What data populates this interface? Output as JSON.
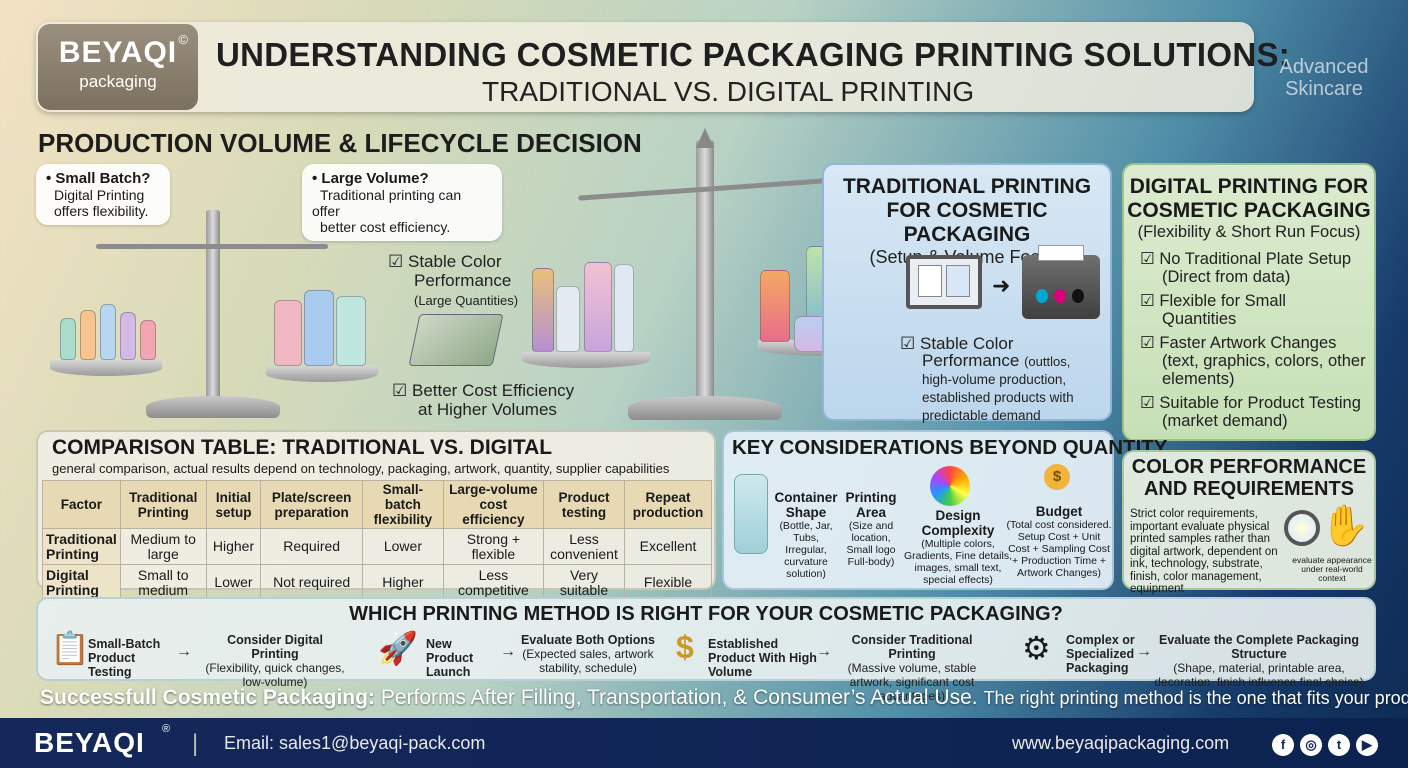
{
  "header": {
    "logo_brand": "BEYAQI",
    "logo_sub": "packaging",
    "logo_reg": "©",
    "title_line1": "UNDERSTANDING COSMETIC PACKAGING PRINTING SOLUTIONS:",
    "title_line2": "TRADITIONAL VS. DIGITAL PRINTING",
    "corner_text_1": "Advanced",
    "corner_text_2": "Skincare"
  },
  "volume_section": {
    "title": "PRODUCTION VOLUME & LIFECYCLE DECISION",
    "small_batch_title": "• Small Batch?",
    "small_batch_body_1": "Digital Printing",
    "small_batch_body_2": "offers flexibility.",
    "large_volume_title": "• Large Volume?",
    "large_volume_body_1": "Traditional printing can offer",
    "large_volume_body_2": "better cost efficiency.",
    "check_1_main_a": "Stable Color",
    "check_1_main_b": "Performance",
    "check_1_sub": "(Large Quantities)",
    "check_2_a": "Better Cost Efficiency",
    "check_2_b": "at Higher Volumes"
  },
  "traditional_panel": {
    "title_1": "TRADITIONAL PRINTING",
    "title_2": "FOR COSMETIC PACKAGING",
    "subtitle": "(Setup & Volume Focus)",
    "check_main_a": "Stable Color",
    "check_main_b": "Performance",
    "check_paren": "(outtlos,",
    "check_rest_1": "high-volume production,",
    "check_rest_2": "established products with",
    "check_rest_3": "predictable demand"
  },
  "digital_panel": {
    "title_1": "DIGITAL PRINTING FOR",
    "title_2": "COSMETIC PACKAGING",
    "subtitle": "(Flexibility & Short Run Focus)",
    "items": [
      {
        "a": "No Traditional Plate Setup",
        "b": "(Direct from data)",
        "c": ""
      },
      {
        "a": "Flexible for Small",
        "b": "Quantities",
        "c": ""
      },
      {
        "a": "Faster Artwork Changes",
        "b": "(text, graphics, colors, other",
        "c": "elements)"
      },
      {
        "a": "Suitable for Product Testing",
        "b": "(market demand)",
        "c": ""
      }
    ]
  },
  "comparison": {
    "title": "COMPARISON TABLE: TRADITIONAL VS. DIGITAL",
    "subtitle": "general comparison, actual results depend on technology, packaging, artwork, quantity, supplier capabilities",
    "headers": [
      "Factor",
      "Traditional Printing",
      "Initial setup",
      "Plate/screen preparation",
      "Small-batch flexibility",
      "Large-volume cost efficiency",
      "Product testing",
      "Repeat production"
    ],
    "rows": [
      [
        "Traditional Printing",
        "Medium to large",
        "Higher",
        "Required",
        "Lower",
        "Strong + flexible",
        "Less convenient",
        "Excellent"
      ],
      [
        "Digital Printing",
        "Small to medium",
        "Lower",
        "Not required",
        "Higher",
        "Less competitive",
        "Very suitable",
        "Flexible"
      ]
    ]
  },
  "key_considerations": {
    "title": "KEY CONSIDERATIONS BEYOND QUANTITY",
    "items": [
      {
        "title": "Container Shape",
        "body": "(Bottle, Jar, Tubs, Irregular, curvature solution)"
      },
      {
        "title": "Printing Area",
        "body": "(Size and location, Small logo Full-body)"
      },
      {
        "title": "Design Complexity",
        "body": "(Multiple colors, Gradients, Fine details, images, small text, special effects)"
      },
      {
        "title": "Budget",
        "body": "(Total cost considered. Setup Cost + Unit Cost + Sampling Cost + Production Time + Artwork Changes)"
      }
    ]
  },
  "color_performance": {
    "title_1": "COLOR PERFORMANCE",
    "title_2": "AND REQUIREMENTS",
    "body": "Strict color requirements, important evaluate physical printed samples rather than digital artwork, dependent on ink, technology, substrate, finish, color management, equipment",
    "note": "evaluate appearance under real-world context"
  },
  "which_method": {
    "title": "WHICH PRINTING METHOD IS RIGHT FOR YOUR COSMETIC PACKAGING?",
    "steps": [
      {
        "cond": "Small-Batch Product Testing",
        "rec": "Consider Digital Printing",
        "detail": "(Flexibility, quick changes, low-volume)"
      },
      {
        "cond": "New Product Launch",
        "rec": "Evaluate Both Options",
        "detail": "(Expected sales, artwork stability, schedule)"
      },
      {
        "cond": "Established Product With High Volume",
        "rec": "Consider Traditional Printing",
        "detail": "(Massive volume, stable artwork, significant cost advantages)"
      },
      {
        "cond": "Complex or Specialized Packaging",
        "rec": "Evaluate the Complete Packaging Structure",
        "detail": "(Shape, material, printable area, decoration, finish influence final choice)"
      }
    ]
  },
  "tagline": {
    "bold": "Successfull Cosmetic Packaging:",
    "middle": "Performs After Filling, Transportation, & Consumer’s Actual Use.",
    "end": "The right printing method is the one that fits your product."
  },
  "footer": {
    "brand": "BEYAQI",
    "reg": "®",
    "sep": "|",
    "email": "Email: sales1@beyaqi-pack.com",
    "website": "www.beyaqipackaging.com",
    "social_icons": [
      "facebook-icon",
      "instagram-icon",
      "twitter-icon",
      "youtube-icon"
    ],
    "social_glyphs": [
      "f",
      "◎",
      "t",
      "▶"
    ]
  },
  "colors": {
    "traditional_accent": "#8fb6d8",
    "digital_accent": "#9cc28a",
    "footer_bg": "#14285a"
  }
}
